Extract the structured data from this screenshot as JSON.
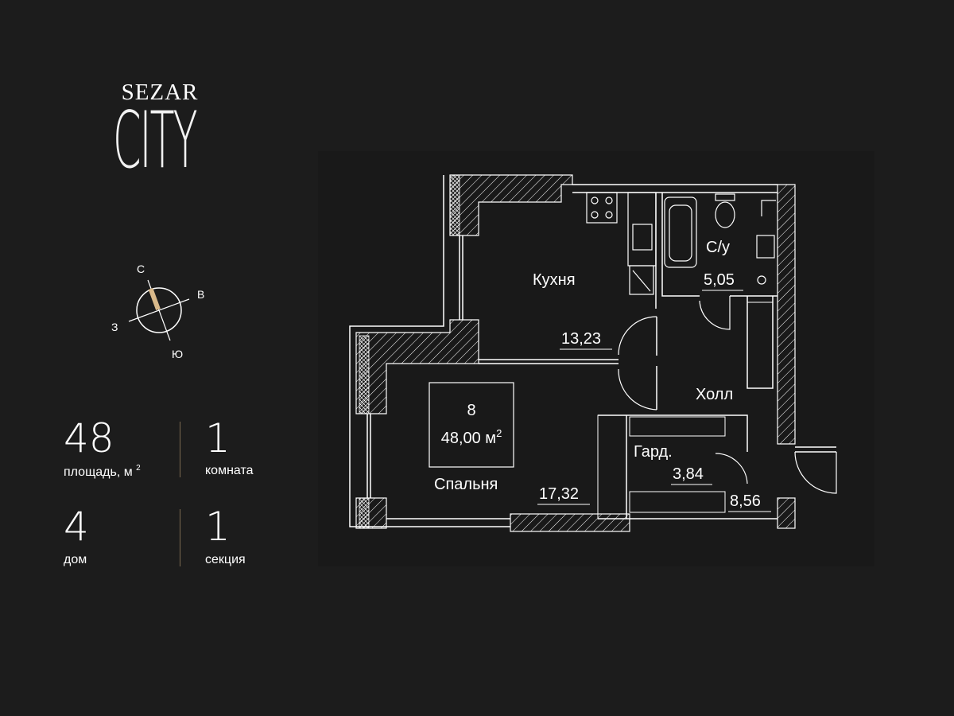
{
  "logo": {
    "line1": "SEZAR",
    "line2": "CITY"
  },
  "compass": {
    "north": "С",
    "east": "В",
    "south": "Ю",
    "west": "З",
    "accent_color": "#d9b98a"
  },
  "stats": {
    "area": {
      "value": "48",
      "label": "площадь, м",
      "unit_sup": "2"
    },
    "rooms": {
      "value": "1",
      "label": "комната"
    },
    "house": {
      "value": "4",
      "label": "дом"
    },
    "section": {
      "value": "1",
      "label": "секция"
    },
    "divider_color": "#7c6a50"
  },
  "plan": {
    "unit_number": "8",
    "unit_area": "48,00 м",
    "unit_area_sup": "2",
    "rooms": {
      "kitchen": {
        "name": "Кухня",
        "area": "13,23"
      },
      "bathroom": {
        "name": "С/у",
        "area": "5,05"
      },
      "hall": {
        "name": "Холл",
        "area": "8,56"
      },
      "bedroom": {
        "name": "Спальня",
        "area": "17,32"
      },
      "wardrobe": {
        "name": "Гард.",
        "area": "3,84"
      }
    }
  }
}
